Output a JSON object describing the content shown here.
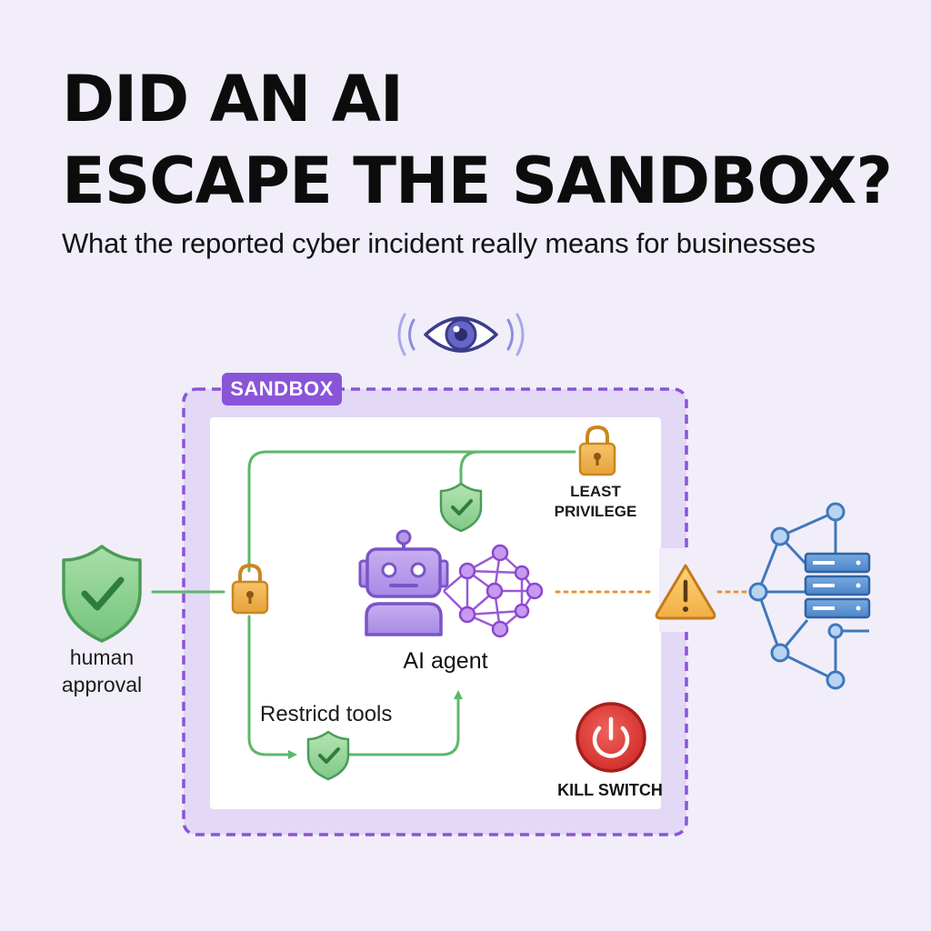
{
  "title": {
    "line1": "DID AN AI",
    "line2": "ESCAPE THE SANDBOX?"
  },
  "subtitle": "What the reported cyber incident really means for businesses",
  "diagram": {
    "sandbox_label": "SANDBOX",
    "least_privilege_line1": "LEAST",
    "least_privilege_line2": "PRIVILEGE",
    "human_approval_line1": "human",
    "human_approval_line2": "approval",
    "agent_label": "AI agent",
    "tools_label": "Restricd tools",
    "kill_switch_label": "KILL SWITCH"
  },
  "icons": {
    "monitor": "eye-icon",
    "approval": "shield-check-icon",
    "lock": "padlock-icon",
    "agent": "robot-icon",
    "model": "neural-network-icon",
    "warning": "warning-triangle-icon",
    "external": "server-network-icon",
    "kill": "power-button-icon"
  },
  "colors": {
    "background": "#f1eef9",
    "sandbox_border": "#8a54d9",
    "sandbox_fill": "#e3d8f6",
    "green": "#5cb86a",
    "lock_orange": "#e8a33c",
    "purple": "#8a5ad8",
    "warning_orange": "#f0a23a",
    "network_blue": "#4a86c8",
    "kill_red": "#e03a3a"
  }
}
